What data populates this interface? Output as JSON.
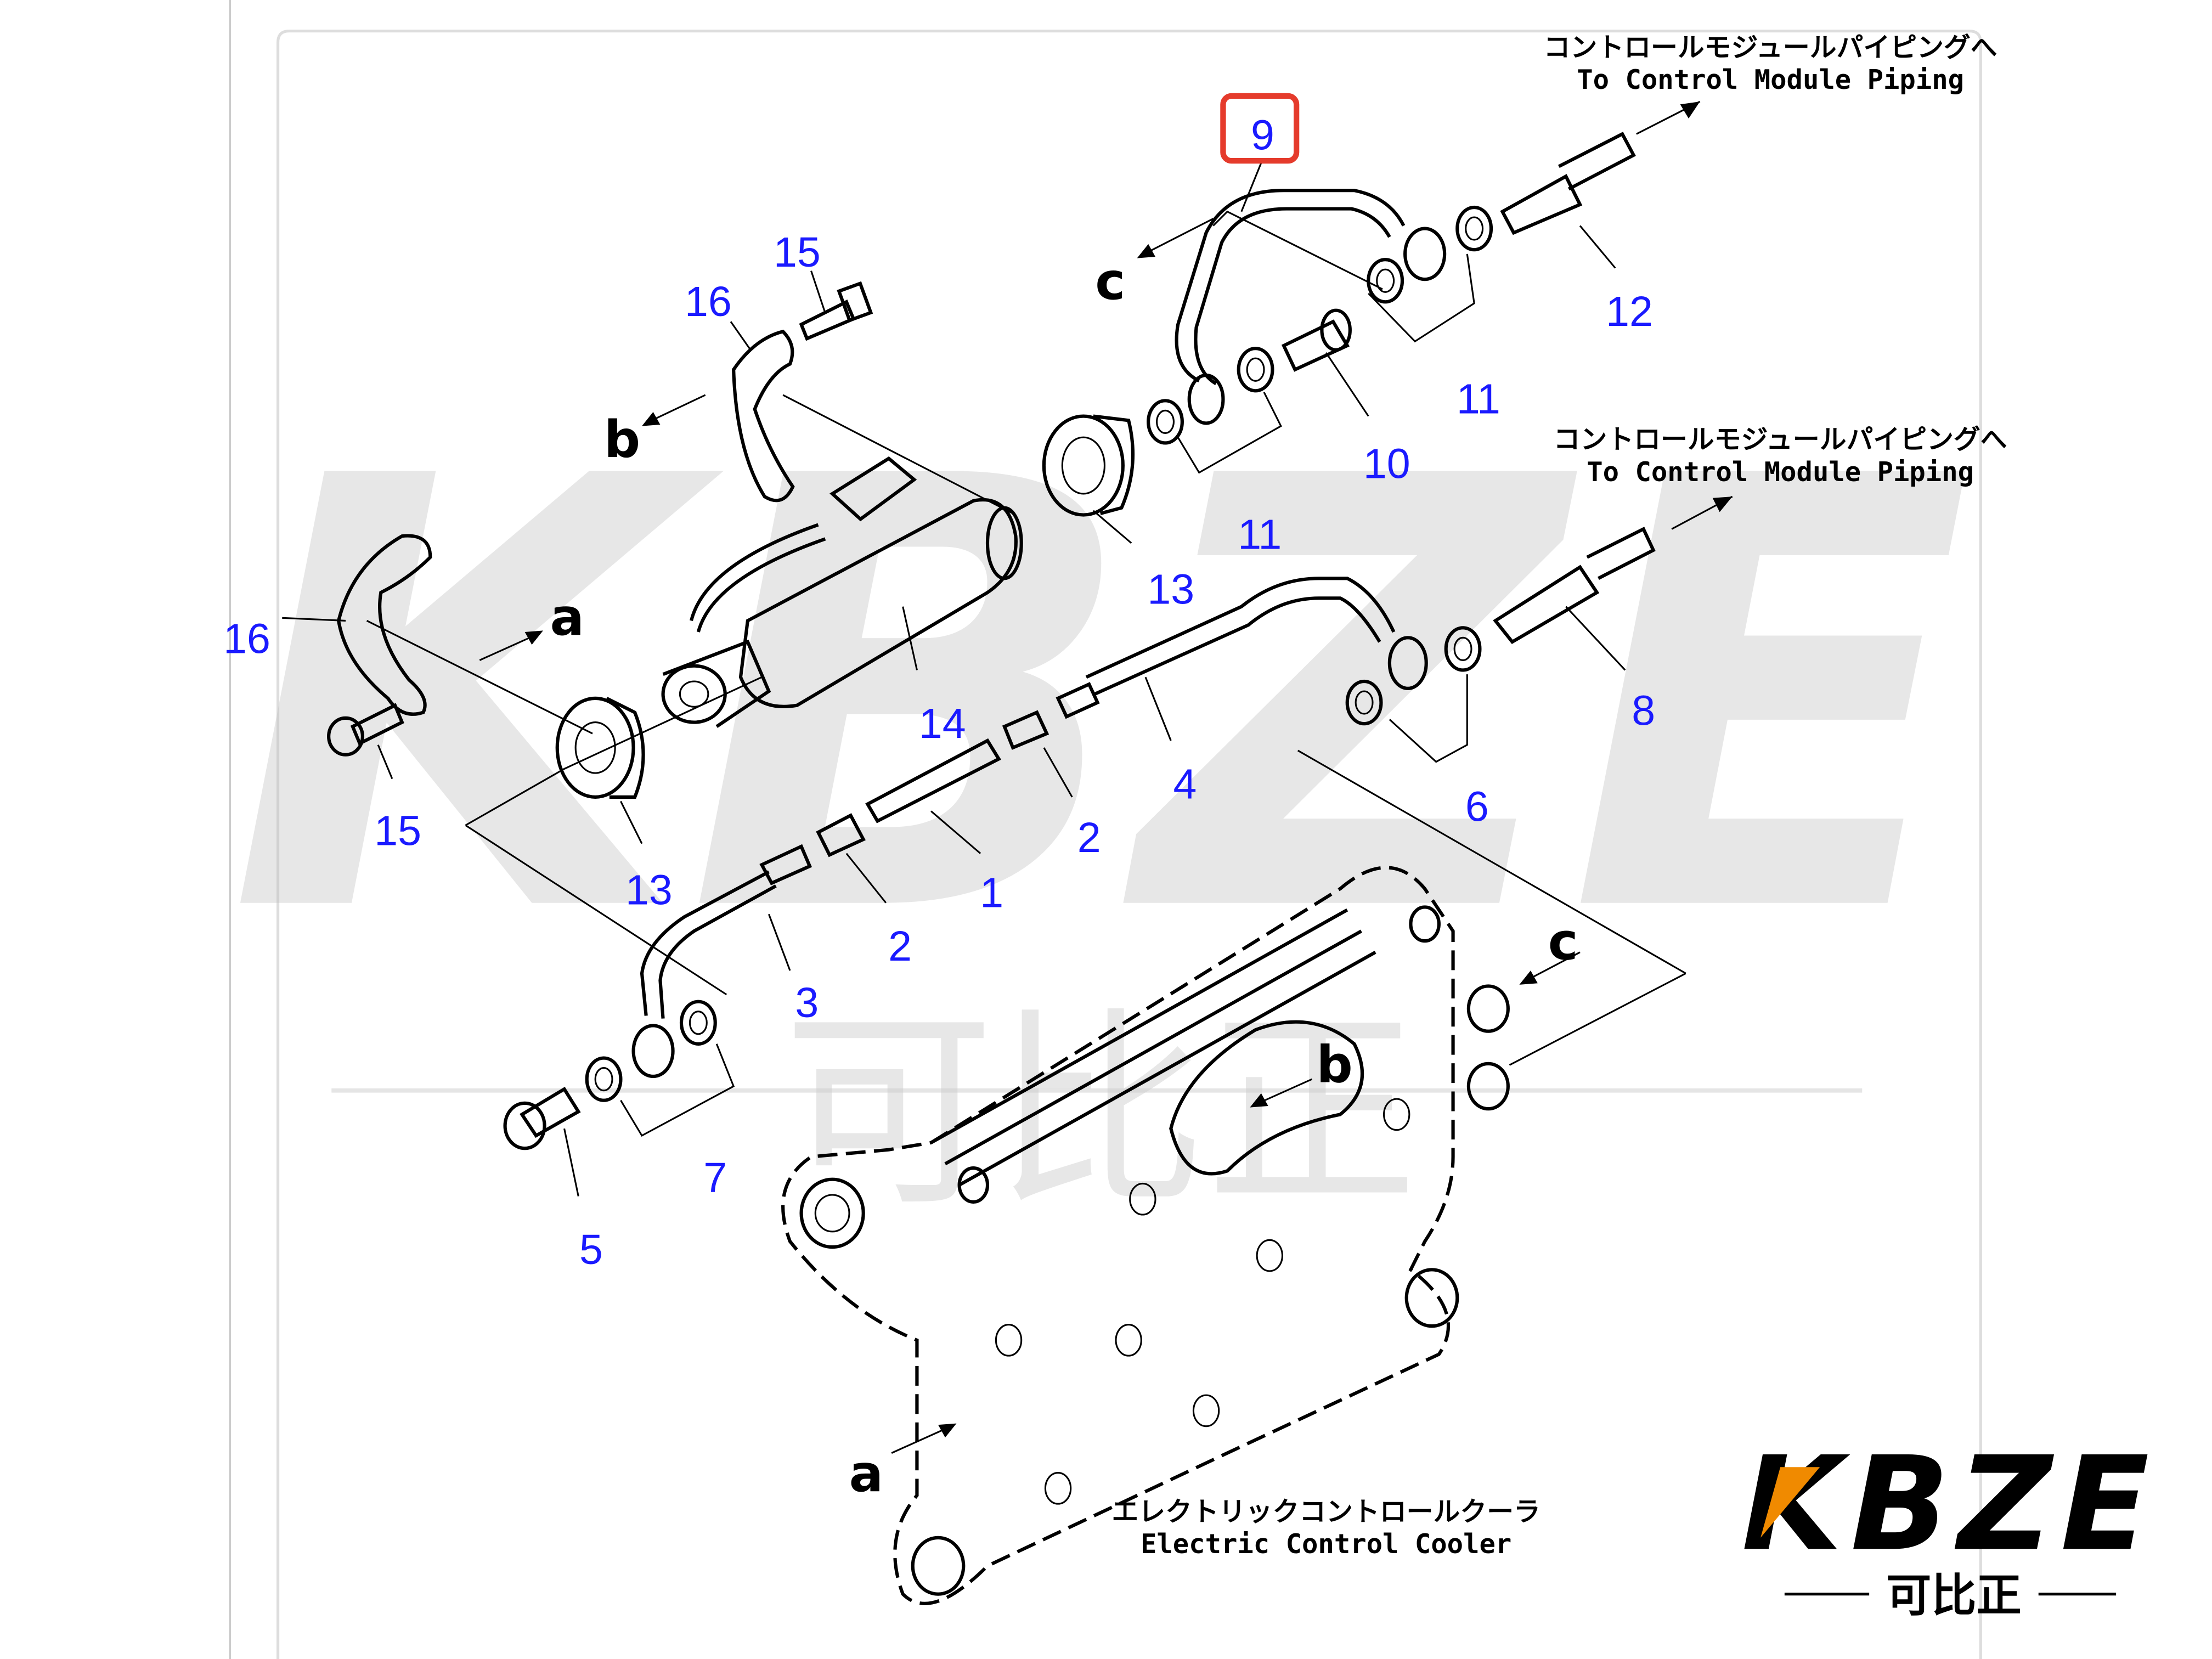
{
  "diagram": {
    "notes": {
      "top_jp": "コントロールモジュールパイピングへ",
      "top_en": "To Control Module Piping",
      "mid_jp": "コントロールモジュールパイピングへ",
      "mid_en": "To Control Module Piping",
      "bottom_jp": "エレクトリックコントロールクーラ",
      "bottom_en": "Electric Control Cooler"
    },
    "callouts": [
      "9",
      "15",
      "16",
      "12",
      "11",
      "10",
      "11",
      "13",
      "16",
      "14",
      "8",
      "4",
      "6",
      "2",
      "15",
      "13",
      "1",
      "2",
      "3",
      "7",
      "5"
    ],
    "highlighted_callout": "9",
    "letters": [
      "c",
      "b",
      "a",
      "c",
      "b",
      "a"
    ],
    "highlight_color": "#e53b2c",
    "callout_color": "#1a1aff"
  },
  "watermark": {
    "brand": "KBZE",
    "chinese": "可比正"
  },
  "logo": {
    "brand": "KBZE",
    "chinese": "可比正",
    "accent": "#f08a00"
  }
}
